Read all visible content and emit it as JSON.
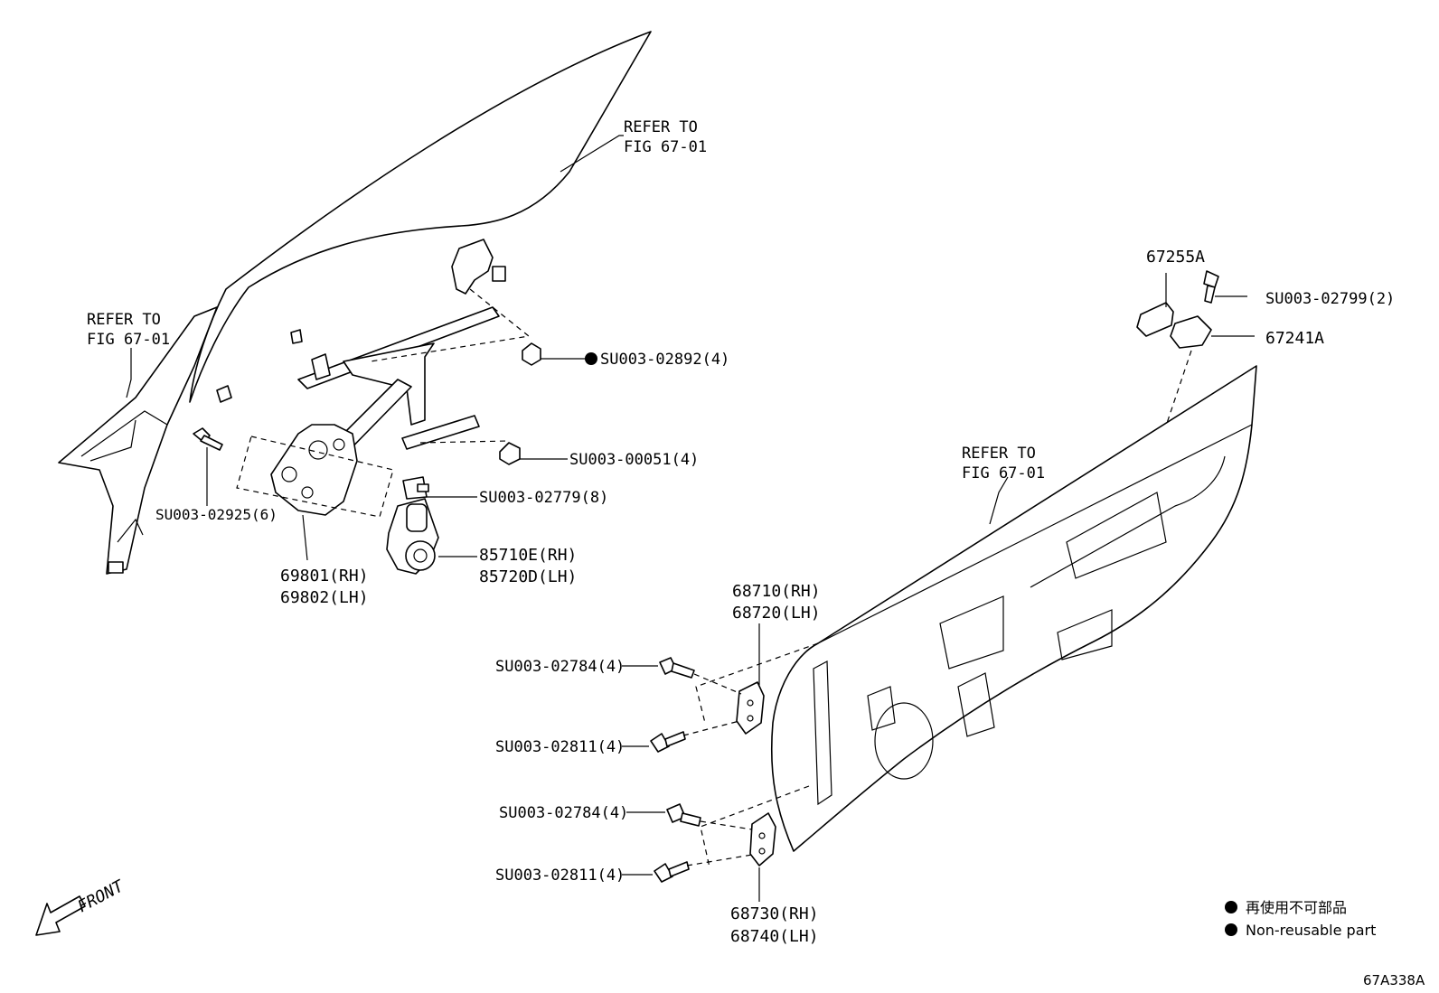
{
  "refer_notes": {
    "glass": {
      "line1": "REFER TO",
      "line2": "FIG 67-01"
    },
    "sash": {
      "line1": "REFER TO",
      "line2": "FIG 67-01"
    },
    "door": {
      "line1": "REFER TO",
      "line2": "FIG 67-01"
    }
  },
  "parts": {
    "nut_02892": "SU003-02892(4)",
    "nut_00051": "SU003-00051(4)",
    "bolt_02779": "SU003-02779(8)",
    "bolt_02925": "SU003-02925(6)",
    "regulator_rh": "69801(RH)",
    "regulator_lh": "69802(LH)",
    "motor_rh": "85710E(RH)",
    "motor_lh": "85720D(LH)",
    "striker": "67255A",
    "bolt_02799": "SU003-02799(2)",
    "striker_base": "67241A",
    "upper_hinge_rh": "68710(RH)",
    "upper_hinge_lh": "68720(LH)",
    "bolt_02784_a": "SU003-02784(4)",
    "bolt_02811_a": "SU003-02811(4)",
    "bolt_02784_b": "SU003-02784(4)",
    "bolt_02811_b": "SU003-02811(4)",
    "lower_hinge_rh": "68730(RH)",
    "lower_hinge_lh": "68740(LH)"
  },
  "front_label": "FRONT",
  "legend": {
    "jp": "再使用不可部品",
    "en": "Non-reusable part"
  },
  "figure_code": "67A338A"
}
